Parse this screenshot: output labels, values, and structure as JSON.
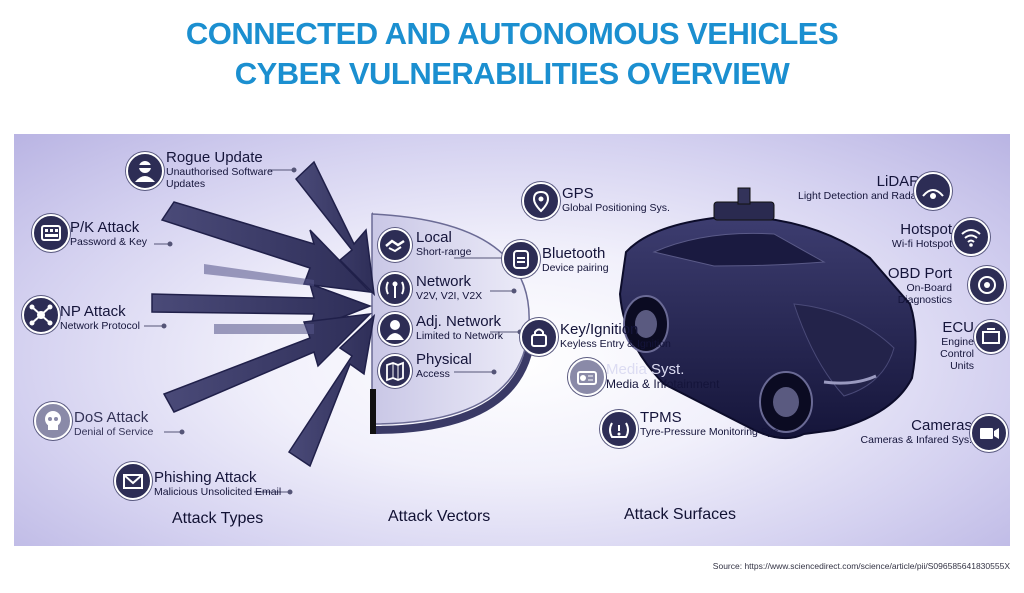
{
  "title": {
    "line1": "CONNECTED AND AUTONOMOUS VEHICLES",
    "line2": "CYBER VULNERABILITIES OVERVIEW"
  },
  "attack_types": [
    {
      "name": "Rogue Update",
      "desc_line1": "Unauthorised Software",
      "desc_line2": "Updates",
      "icon": "hacker-icon"
    },
    {
      "name": "P/K Attack",
      "desc": "Password & Key",
      "icon": "keypad-icon"
    },
    {
      "name": "NP Attack",
      "desc": "Network Protocol",
      "icon": "network-node-icon"
    },
    {
      "name": "DoS Attack",
      "desc": "Denial of Service",
      "icon": "skull-icon"
    },
    {
      "name": "Phishing Attack",
      "desc": "Malicious Unsolicited Email",
      "icon": "envelope-icon"
    }
  ],
  "attack_vectors": [
    {
      "name": "Local",
      "desc": "Short-range",
      "icon": "handshake-icon"
    },
    {
      "name": "Network",
      "desc": "V2V, V2I, V2X",
      "icon": "antenna-icon"
    },
    {
      "name": "Adj. Network",
      "desc": "Limited to Network",
      "icon": "person-icon"
    },
    {
      "name": "Physical",
      "desc": "Access",
      "icon": "map-icon"
    }
  ],
  "attack_surfaces_left": [
    {
      "name": "GPS",
      "desc": "Global Positioning Sys.",
      "icon": "location-pin-icon"
    },
    {
      "name": "Bluetooth",
      "desc": "Device pairing",
      "icon": "bluetooth-device-icon"
    },
    {
      "name": "Key/Ignition",
      "desc": "Keyless Entry & Ignition",
      "icon": "key-lock-icon"
    },
    {
      "name": "Media Syst.",
      "desc": "Media & Infotainment",
      "icon": "radio-icon"
    },
    {
      "name": "TPMS",
      "desc": "Tyre-Pressure Monitoring Sys.",
      "icon": "tire-pressure-icon"
    }
  ],
  "attack_surfaces_right": [
    {
      "name": "LiDAR",
      "desc": "Light Detection and Radar",
      "icon": "lidar-icon"
    },
    {
      "name": "Hotspot",
      "desc": "Wi-fi Hotspot",
      "icon": "wifi-icon"
    },
    {
      "name": "OBD Port",
      "desc_line1": "On-Board",
      "desc_line2": "Diagnostics",
      "icon": "obd-port-icon"
    },
    {
      "name": "ECU",
      "desc_line1": "Engine",
      "desc_line2": "Control",
      "desc_line3": "Units",
      "icon": "engine-icon"
    },
    {
      "name": "Cameras",
      "desc": "Cameras & Infared Sys.",
      "icon": "video-camera-icon"
    }
  ],
  "sections": {
    "types": "Attack Types",
    "vectors": "Attack Vectors",
    "surfaces": "Attack Surfaces"
  },
  "source": "Source:  https://www.sciencedirect.com/science/article/pii/S096585641830555X",
  "colors": {
    "title": "#1b8fd0",
    "icon_dark": "#2d2d55",
    "panel_edge": "#b9b4e3"
  }
}
